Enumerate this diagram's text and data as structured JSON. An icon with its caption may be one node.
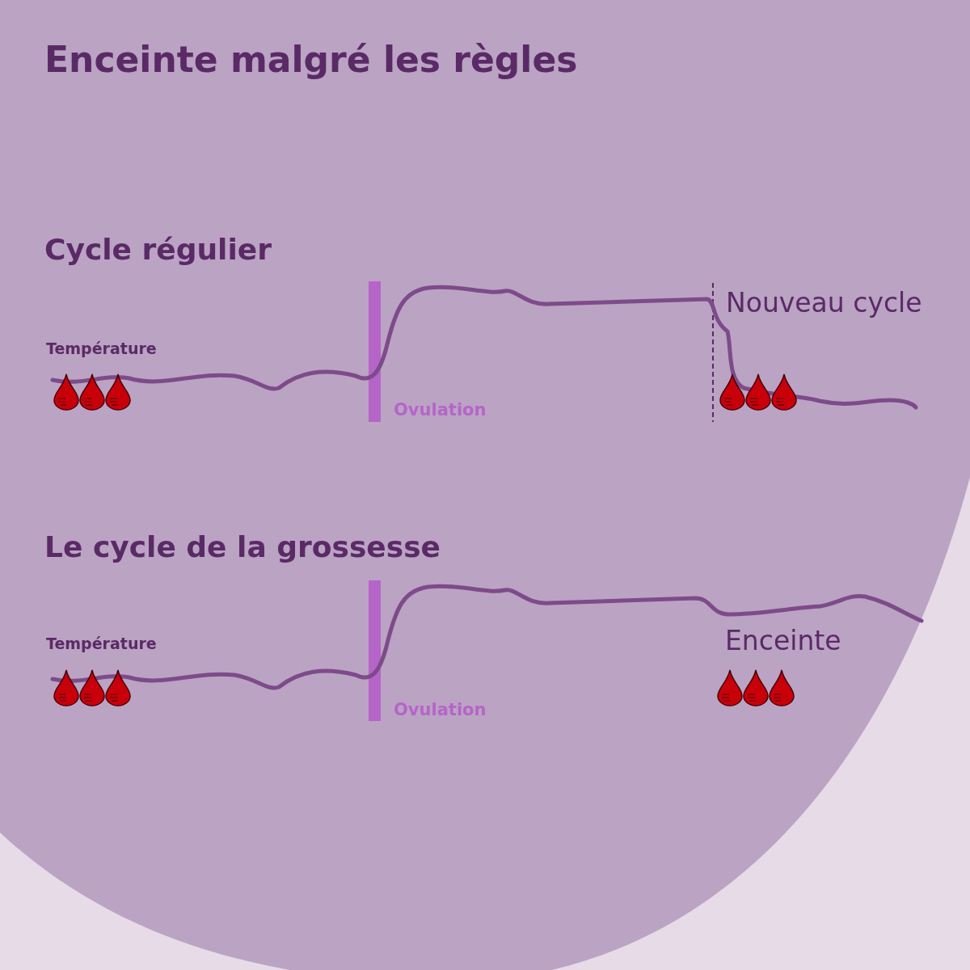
{
  "diagram": {
    "title": "Enceinte malgré les règles",
    "nodes": [
      {
        "text": [],
        "shape": "bar"
      },
      {
        "text": [],
        "shape": "bar"
      }
    ],
    "labels": [
      "Cycle régulier",
      "Température",
      "Ovulation",
      "Nouveau cycle",
      "Le cycle de la grossesse",
      "Température",
      "Ovulation",
      "Enceinte"
    ]
  }
}
